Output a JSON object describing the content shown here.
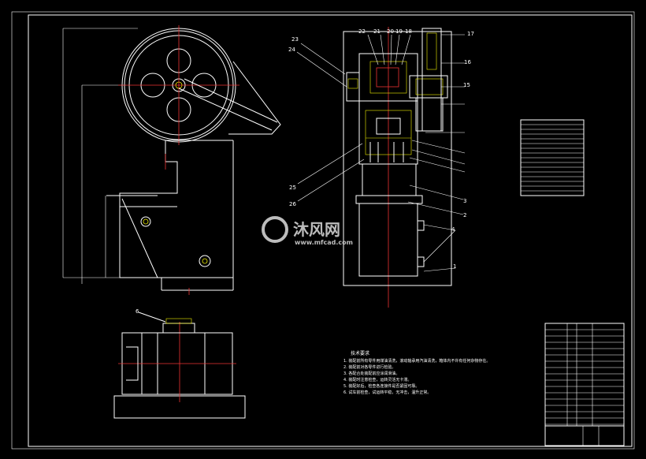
{
  "part_numbers": {
    "n1": "1",
    "n2": "2",
    "n3": "3",
    "n4": "4",
    "n6": "6",
    "n15": "15",
    "n16": "16",
    "n17": "17",
    "n18": "18",
    "n19": "19",
    "n20": "20",
    "n21": "21",
    "n22": "22",
    "n23": "23",
    "n24": "24",
    "n25": "25",
    "n26": "26"
  },
  "watermark": {
    "brand": "沐风网",
    "url": "www.mfcad.com"
  },
  "notes": {
    "title": "技术要求",
    "lines": [
      "1. 装配前所有零件用煤油清洗，滚动轴承用汽油清洗，箱体内不许有任何杂物存在。",
      "2. 装配前对各零件进行检验。",
      "3. 各配合处装配前应涂润滑油。",
      "4. 装配时注意检查，运转灵活无卡滞。",
      "5. 装配好后，检查各连接件是否紧固可靠。",
      "6. 试车前检查，试运转平稳，无冲击，温升正常。"
    ]
  },
  "colors": {
    "background": "#000000",
    "lines": "#ffffff",
    "center": "#ee3333",
    "highlight": "#eeee00"
  }
}
